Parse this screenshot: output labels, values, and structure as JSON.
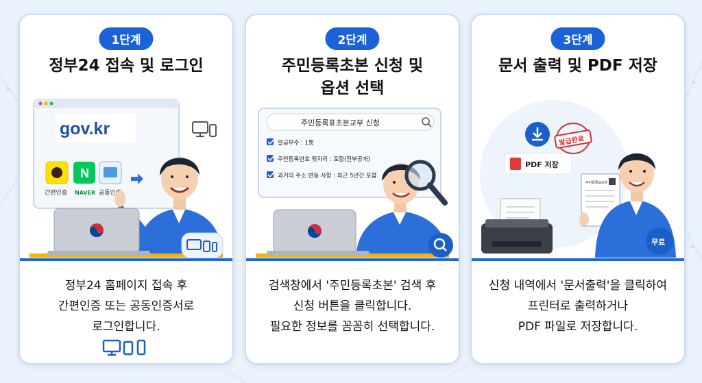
{
  "accent_color": "#1b62d6",
  "steps": [
    {
      "badge": "1단계",
      "title": "정부24 접속 및 로그인",
      "site_logo": "gov.kr",
      "login_options": [
        "간편인증",
        "NAVER",
        "공동인증"
      ],
      "description": [
        "정부24 홈페이지 접속 후",
        "간편인증 또는 공동인증서로",
        "로그인합니다."
      ],
      "icons": [
        "devices-icon",
        "desktop-icon",
        "tablet-icon"
      ]
    },
    {
      "badge": "2단계",
      "title_lines": [
        "주민등록초본 신청 및",
        "옵션 선택"
      ],
      "form_title": "주민등록표초본교부 신청",
      "form_options": [
        "발급부수 : 1통",
        "주민등록번호 뒷자리 : 포함(전부공개)",
        "과거의 주소 변동 사항 : 최근 5년간 포함"
      ],
      "description": [
        "검색창에서 '주민등록초본' 검색 후",
        "신청 버튼을 클릭합니다.",
        "필요한 정보를 꼼꼼히 선택합니다."
      ],
      "icons": [
        "search-icon"
      ]
    },
    {
      "badge": "3단계",
      "title": "문서 출력 및 PDF 저장",
      "pdf_label": "PDF 저장",
      "stamp": "발급완료",
      "doc_title": "주민등록표초본",
      "free_badge": "무료",
      "description": [
        "신청 내역에서 '문서출력'을 클릭하여",
        "프린터로 출력하거나",
        "PDF 파일로 저장합니다."
      ]
    }
  ]
}
